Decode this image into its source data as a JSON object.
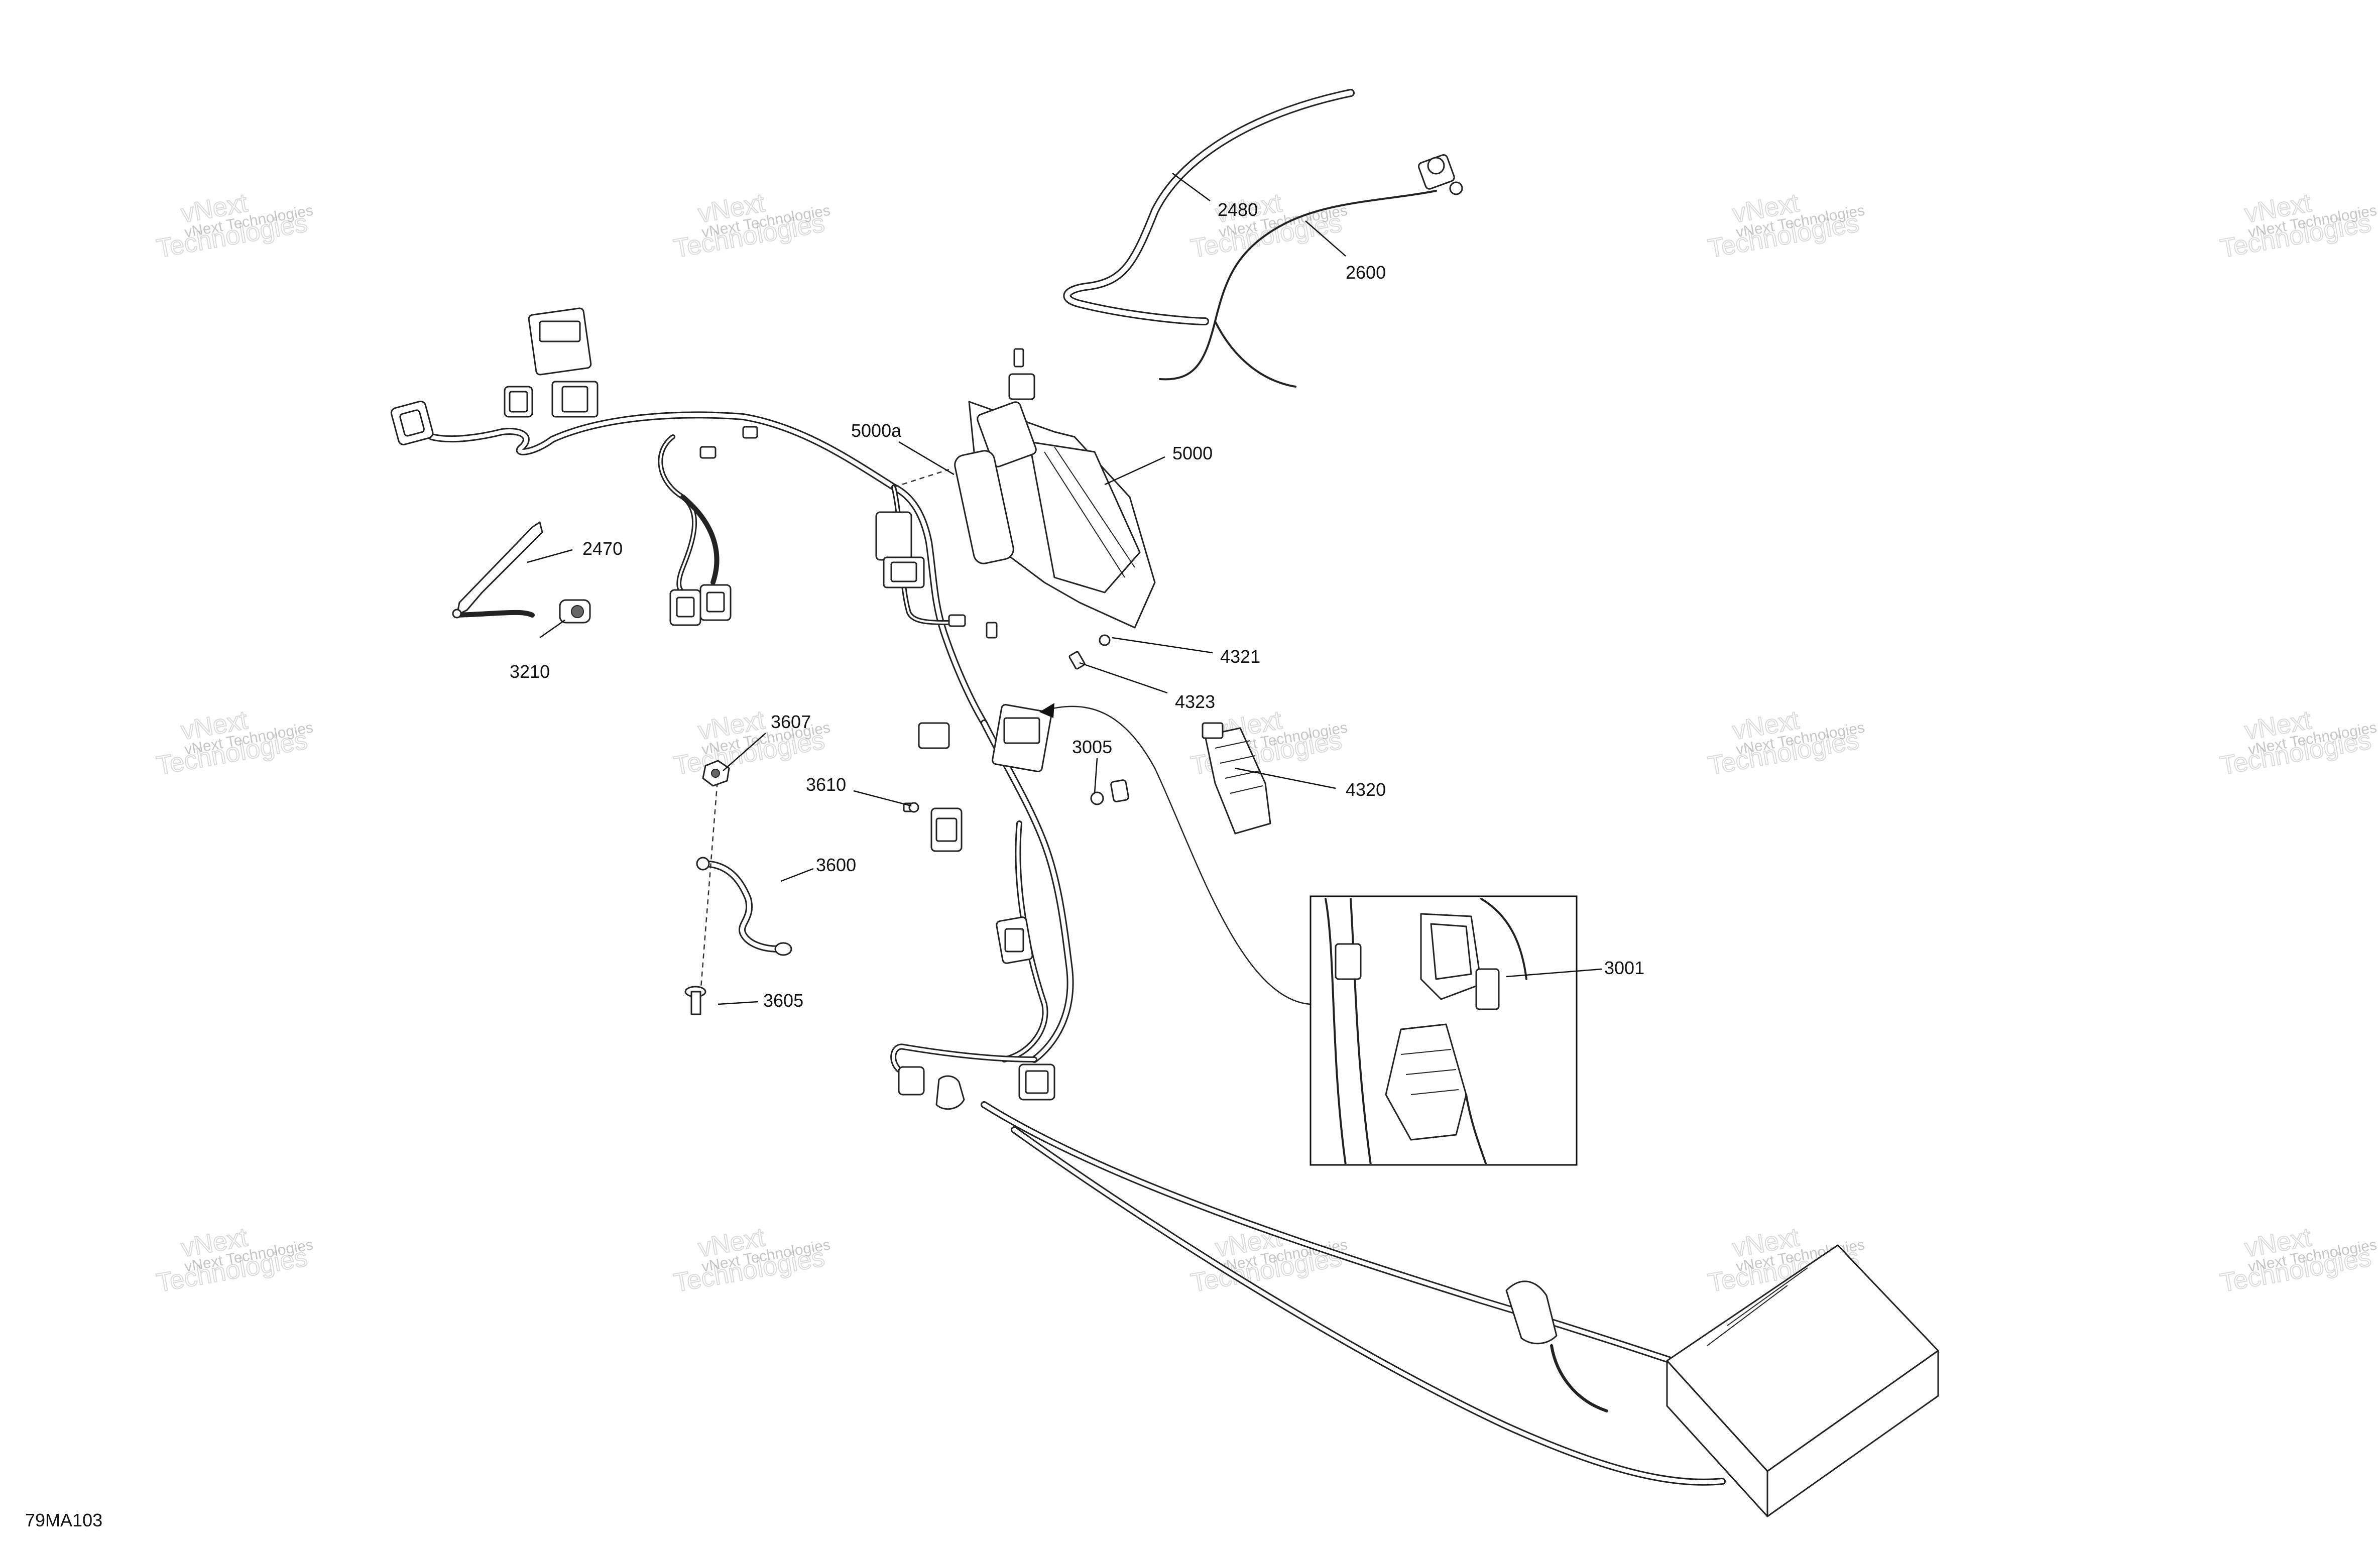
{
  "drawing_id": "79MA103",
  "callouts": {
    "c2480": "2480",
    "c2600": "2600",
    "c5000a": "5000a",
    "c5000": "5000",
    "c2470": "2470",
    "c3210": "3210",
    "c4321": "4321",
    "c4323": "4323",
    "c3607": "3607",
    "c3610": "3610",
    "c3005": "3005",
    "c4320": "4320",
    "c3600": "3600",
    "c3001": "3001",
    "c3605": "3605"
  },
  "watermark": {
    "company": "vNext Technologies",
    "brand_line1": "vNext",
    "brand_line2": "Technologies"
  }
}
